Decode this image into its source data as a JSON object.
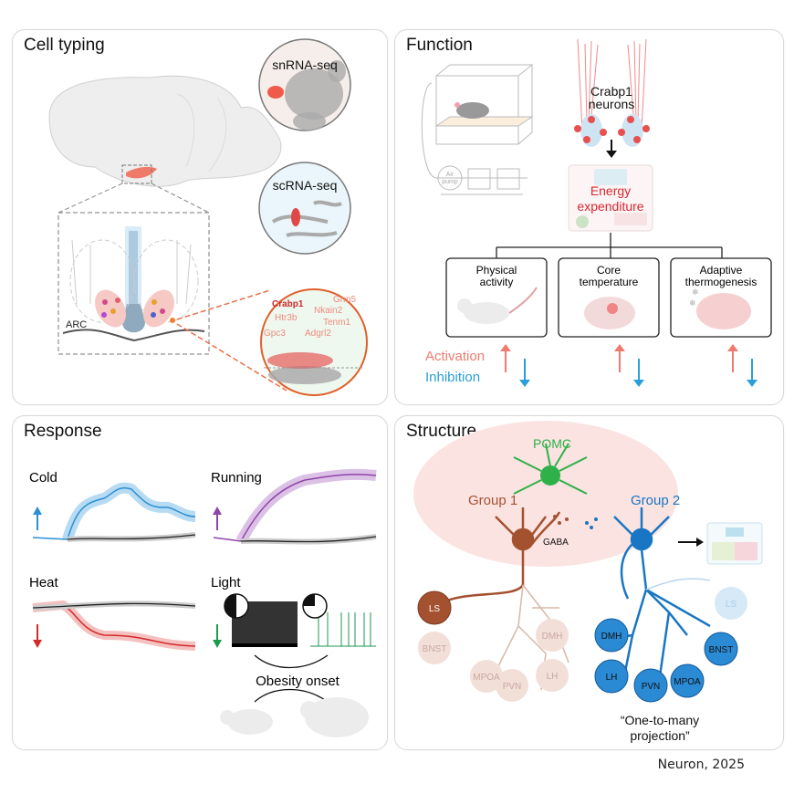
{
  "figure": {
    "citation": "Neuron, 2025",
    "panels": {
      "cell_typing": {
        "title": "Cell typing",
        "region_label": "ARC",
        "sn_label": "snRNA-seq",
        "sc_label": "scRNA-seq",
        "genes": {
          "highlight": "Crabp1",
          "others": [
            "Grm5",
            "Nkain2",
            "Htr3b",
            "Tenm1",
            "Gpc3",
            "Adgrl2"
          ]
        }
      },
      "function": {
        "title": "Function",
        "neuron_label_line1": "Crabp1",
        "neuron_label_line2": "neurons",
        "pump_line1": "Air",
        "pump_line2": "pump",
        "energy_line1": "Energy",
        "energy_line2": "expenditure",
        "outcomes": [
          {
            "line1": "Physical",
            "line2": "activity"
          },
          {
            "line1": "Core",
            "line2": "temperature"
          },
          {
            "line1": "Adaptive",
            "line2": "thermogenesis"
          }
        ],
        "legend": {
          "activation": "Activation",
          "inhibition": "Inhibition"
        },
        "colors": {
          "activation": "#ef7b6e",
          "inhibition": "#2a9fd8",
          "energy": "#d8262f"
        }
      },
      "response": {
        "title": "Response",
        "traces": [
          {
            "label": "Cold",
            "color": "#2b8fd1",
            "direction": "up"
          },
          {
            "label": "Running",
            "color": "#8e44a8",
            "direction": "up"
          },
          {
            "label": "Heat",
            "color": "#d42a2a",
            "direction": "down"
          },
          {
            "label": "Light",
            "color": "#1e9a4f",
            "direction": "down"
          }
        ],
        "obesity_label": "Obesity onset"
      },
      "structure": {
        "title": "Structure",
        "pomc_label": "POMC",
        "group1_label": "Group 1",
        "group2_label": "Group 2",
        "gaba_label": "GABA",
        "group1_targets": [
          "LS",
          "BNST",
          "DMH",
          "MPOA",
          "PVN",
          "LH"
        ],
        "group2_targets": [
          "LS",
          "DMH",
          "BNST",
          "LH",
          "PVN",
          "MPOA"
        ],
        "quote_line1": "“One-to-many",
        "quote_line2": "projection”",
        "colors": {
          "group1": "#a4512f",
          "group2": "#1976c4",
          "pomc": "#2fb14a"
        }
      }
    }
  }
}
